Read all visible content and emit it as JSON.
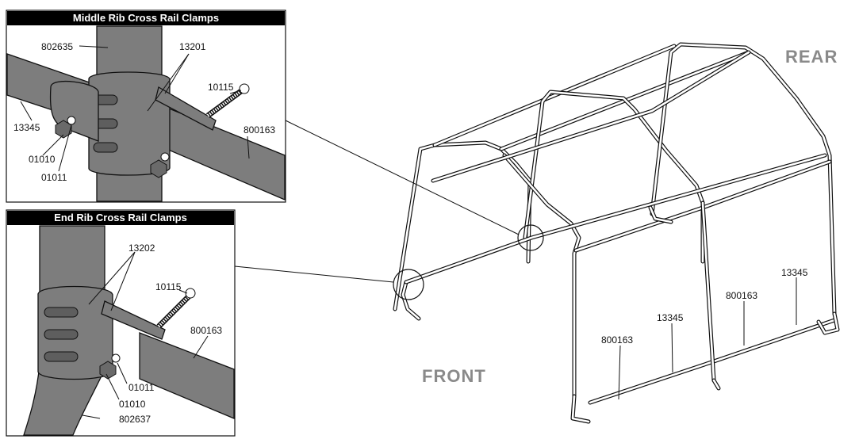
{
  "panels": {
    "middle": {
      "title": "Middle Rib Cross Rail Clamps",
      "parts": {
        "upright": "802635",
        "clamp": "13201",
        "bolt": "10115",
        "left_rail": "13345",
        "right_rail": "800163",
        "nut": "01010",
        "washer": "01011"
      }
    },
    "end": {
      "title": "End Rib Cross Rail Clamps",
      "parts": {
        "clamp": "13202",
        "bolt": "10115",
        "rail": "800163",
        "washer": "01011",
        "nut": "01010",
        "lower_rib": "802637"
      }
    }
  },
  "frame": {
    "rear_label": "REAR",
    "front_label": "FRONT",
    "callouts": {
      "rail_a": "13345",
      "rail_b": "800163",
      "rail_c": "13345",
      "rail_d": "800163"
    }
  }
}
